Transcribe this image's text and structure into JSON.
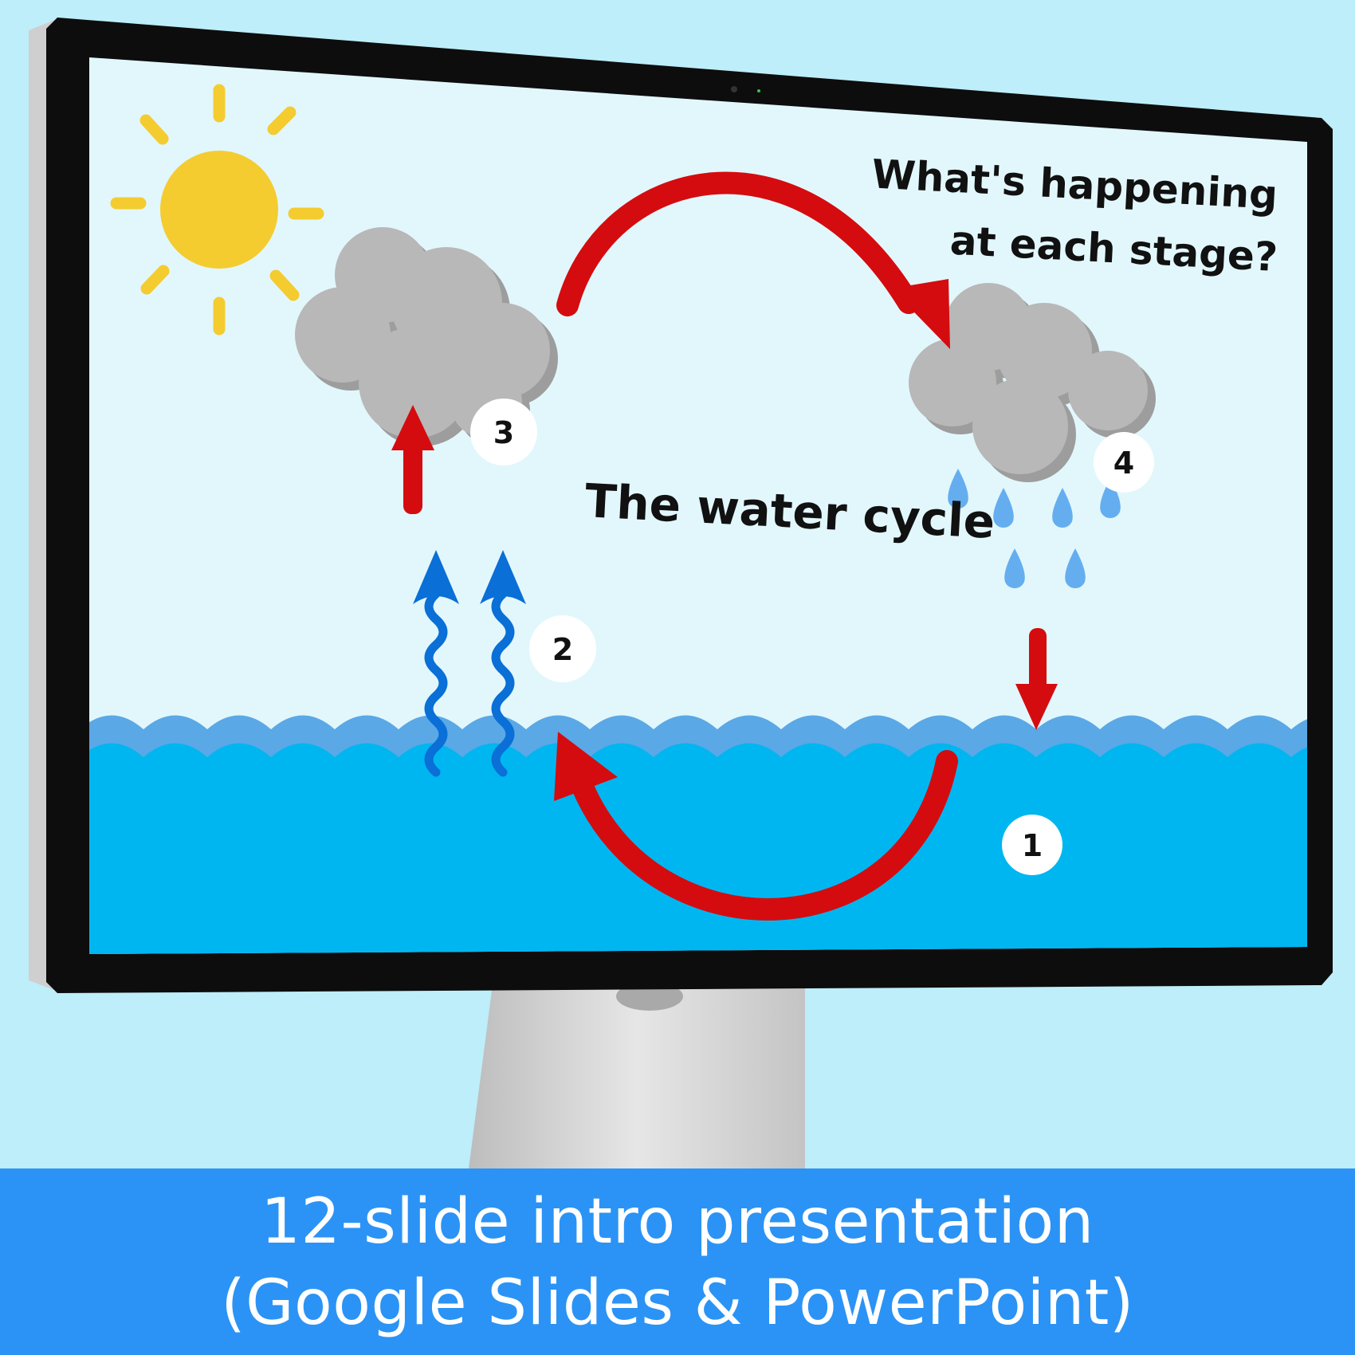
{
  "slide": {
    "question_line1": "What's happening",
    "question_line2": "at each stage?",
    "title": "The water cycle",
    "stages": [
      "1",
      "2",
      "3",
      "4"
    ]
  },
  "caption": {
    "line1": "12-slide intro presentation",
    "line2": "(Google Slides & PowerPoint)"
  },
  "colors": {
    "background": "#bdeefa",
    "slide_background": "#e2f7fc",
    "sea": "#00b6f0",
    "wave_light": "#5aa8e6",
    "arrow_red": "#d40c0f",
    "steam_blue": "#0a6fd6",
    "raindrop": "#64aef0",
    "sun": "#f4cc30",
    "cloud_grey": "#b8b8b8",
    "caption_bar": "#2b93f5"
  },
  "icons": {
    "sun": "sun-icon",
    "cloud": "cloud-icon",
    "raindrop": "raindrop-icon",
    "steam": "steam-arrow-icon"
  }
}
